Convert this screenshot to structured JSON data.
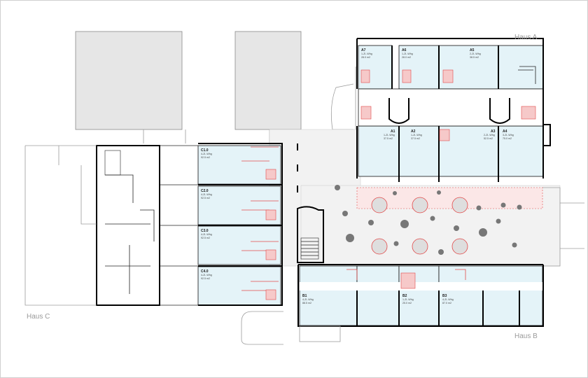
{
  "houses": {
    "a": "Haus A",
    "b": "Haus B",
    "c": "Haus C"
  },
  "units": {
    "a7": {
      "id": "A7",
      "type": "1-Zi.-Whg",
      "area": "28.0 m2"
    },
    "a6": {
      "id": "A6",
      "type": "1-Zi.-Whg",
      "area": "28.0 m2"
    },
    "a5": {
      "id": "A5",
      "type": "2-Zi.-Whg",
      "area": "38.5 m2"
    },
    "a1": {
      "id": "A1",
      "type": "1-Zi.-Whg",
      "area": "37.5 m2"
    },
    "a2": {
      "id": "A2",
      "type": "1-Zi.-Whg",
      "area": "37.5 m2"
    },
    "a3": {
      "id": "A3",
      "type": "2-Zi.-Whg",
      "area": "52.5 m2"
    },
    "a4": {
      "id": "A4",
      "type": "3-Zi.-Whg",
      "area": "75.0 m2"
    },
    "c1": {
      "id": "C1.0",
      "type": "4-Zi.-Whg",
      "area": "92.5 m2"
    },
    "c2": {
      "id": "C2.0",
      "type": "4-Zi.-Whg",
      "area": "92.5 m2"
    },
    "c3": {
      "id": "C3.0",
      "type": "4-Zi.-Whg",
      "area": "92.5 m2"
    },
    "c4": {
      "id": "C4.0",
      "type": "4-Zi.-Whg",
      "area": "92.5 m2"
    },
    "b1": {
      "id": "B1",
      "type": "4-Zi.-Whg",
      "area": "88.5 m2"
    },
    "b2": {
      "id": "B2",
      "type": "1-Zi.-Whg",
      "area": "25.0 m2"
    },
    "b3": {
      "id": "B3",
      "type": "4-Zi.-Whg",
      "area": "87.0 m2"
    }
  },
  "colors": {
    "apartment_fill": "#e4f3f8",
    "wet_room_accent": "#e24b4b",
    "neighbour_building": "#e6e6e6",
    "label_grey": "#9a9a9a"
  }
}
